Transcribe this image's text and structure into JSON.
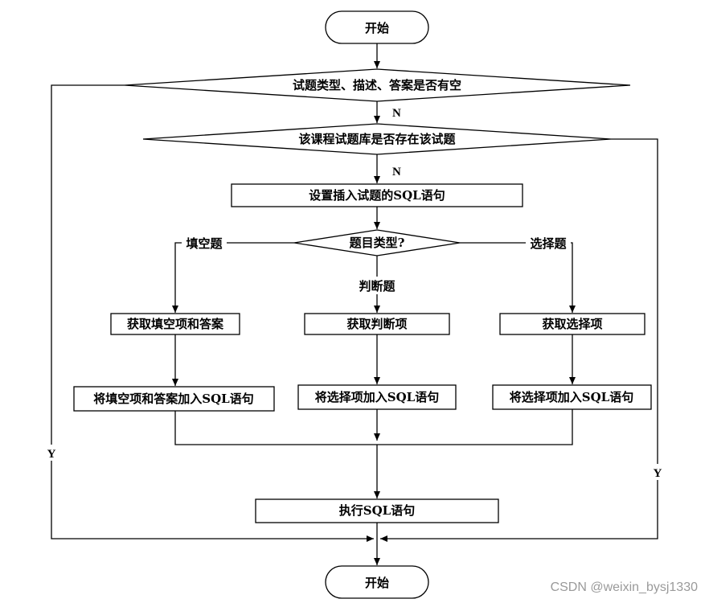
{
  "diagram": {
    "start_label": "开始",
    "decision_empty": "试题类型、描述、答案是否有空",
    "decision_exists": "该课程试题库是否存在该试题",
    "step_insert_sql": "设置插入试题的SQL语句",
    "decision_type": "题目类型?",
    "branch_fill": "填空题",
    "branch_judge": "判断题",
    "branch_choice": "选择题",
    "get_fill": "获取填空项和答案",
    "get_judge": "获取判断项",
    "get_choice": "获取选择项",
    "add_fill": "将填空项和答案加入SQL语句",
    "add_judge": "将选择项加入SQL语句",
    "add_choice": "将选择项加入SQL语句",
    "execute_sql": "执行SQL语句",
    "end_label": "开始",
    "n_label_1": "N",
    "n_label_2": "N",
    "y_label_left": "Y",
    "y_label_right": "Y"
  },
  "watermark": "CSDN @weixin_bysj1330"
}
